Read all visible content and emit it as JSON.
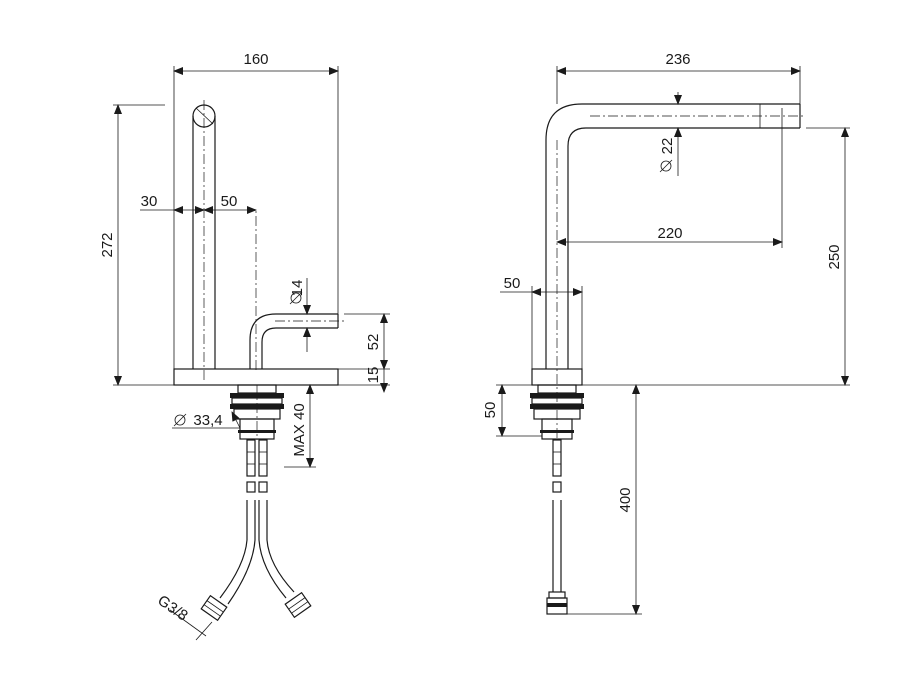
{
  "left_view": {
    "width_160": "160",
    "height_272": "272",
    "offset_30": "30",
    "offset_50": "50",
    "diameter_14": "14",
    "height_52": "52",
    "height_15": "15",
    "diameter_33_4": "33,4",
    "max_40": "MAX 40",
    "thread_g3_8": "G3/8"
  },
  "right_view": {
    "width_236": "236",
    "diameter_22": "22",
    "reach_220": "220",
    "height_250": "250",
    "offset_50": "50",
    "depth_50": "50",
    "hose_400": "400"
  }
}
